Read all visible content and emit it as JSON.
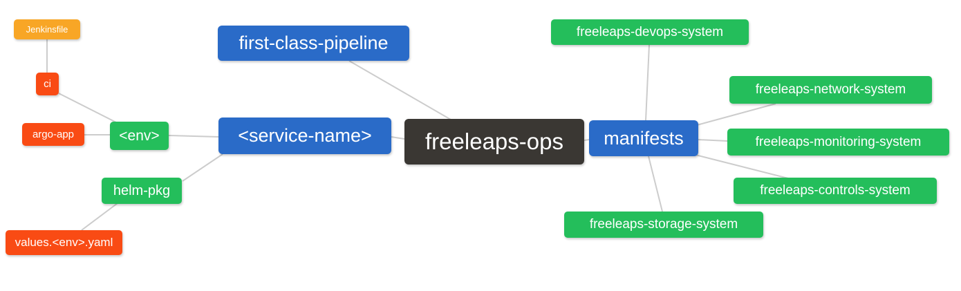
{
  "diagram": {
    "type": "mindmap",
    "root_label": "freeleaps-ops",
    "palette": {
      "blue": "#2a6bc8",
      "green": "#24be5b",
      "orange": "#f8a626",
      "red": "#f94b14",
      "dark": "#3a3733",
      "edge": "#cccccc",
      "text": "#ffffff",
      "background": "#ffffff"
    },
    "nodes": [
      {
        "id": "jenkinsfile",
        "label": "Jenkinsfile",
        "color": "orange"
      },
      {
        "id": "ci",
        "label": "ci",
        "color": "red"
      },
      {
        "id": "argo-app",
        "label": "argo-app",
        "color": "red"
      },
      {
        "id": "env",
        "label": "<env>",
        "color": "green"
      },
      {
        "id": "helm-pkg",
        "label": "helm-pkg",
        "color": "green"
      },
      {
        "id": "values-env-yaml",
        "label": "values.<env>.yaml",
        "color": "red"
      },
      {
        "id": "first-class-pipeline",
        "label": "first-class-pipeline",
        "color": "blue"
      },
      {
        "id": "service-name",
        "label": "<service-name>",
        "color": "blue"
      },
      {
        "id": "freeleaps-ops",
        "label": "freeleaps-ops",
        "color": "dark"
      },
      {
        "id": "manifests",
        "label": "manifests",
        "color": "blue"
      },
      {
        "id": "freeleaps-devops-system",
        "label": "freeleaps-devops-system",
        "color": "green"
      },
      {
        "id": "freeleaps-network-system",
        "label": "freeleaps-network-system",
        "color": "green"
      },
      {
        "id": "freeleaps-monitoring-system",
        "label": "freeleaps-monitoring-system",
        "color": "green"
      },
      {
        "id": "freeleaps-controls-system",
        "label": "freeleaps-controls-system",
        "color": "green"
      },
      {
        "id": "freeleaps-storage-system",
        "label": "freeleaps-storage-system",
        "color": "green"
      }
    ],
    "edges": [
      {
        "from": "jenkinsfile",
        "to": "ci"
      },
      {
        "from": "ci",
        "to": "env"
      },
      {
        "from": "argo-app",
        "to": "env"
      },
      {
        "from": "env",
        "to": "service-name"
      },
      {
        "from": "helm-pkg",
        "to": "service-name"
      },
      {
        "from": "values-env-yaml",
        "to": "helm-pkg"
      },
      {
        "from": "first-class-pipeline",
        "to": "freeleaps-ops"
      },
      {
        "from": "service-name",
        "to": "freeleaps-ops"
      },
      {
        "from": "freeleaps-ops",
        "to": "manifests"
      },
      {
        "from": "manifests",
        "to": "freeleaps-devops-system"
      },
      {
        "from": "manifests",
        "to": "freeleaps-network-system"
      },
      {
        "from": "manifests",
        "to": "freeleaps-monitoring-system"
      },
      {
        "from": "manifests",
        "to": "freeleaps-controls-system"
      },
      {
        "from": "manifests",
        "to": "freeleaps-storage-system"
      }
    ]
  }
}
